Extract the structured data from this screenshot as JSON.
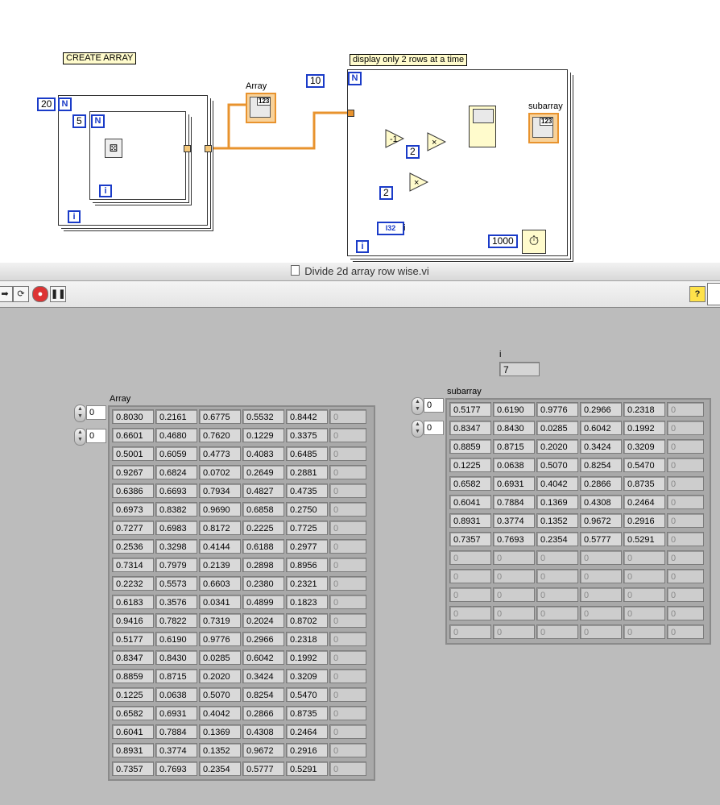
{
  "window": {
    "title": "Divide 2d array row wise.vi"
  },
  "diagram": {
    "create_label": "CREATE ARRAY",
    "display_label": "display only 2 rows at a time",
    "const_rows": "20",
    "const_cols": "5",
    "const_iter": "10",
    "const_two_a": "2",
    "const_two_b": "2",
    "const_wait": "1000",
    "n_terminal": "N",
    "i_terminal": "i",
    "array_label": "Array",
    "subarray_label": "subarray",
    "i_indicator_type": "I32",
    "i_indicator_label": "i",
    "minus_one": "-1",
    "times": "×",
    "terminal_glyph": "123"
  },
  "front_panel": {
    "array": {
      "label": "Array",
      "row_index": "0",
      "col_index": "0",
      "rows": [
        [
          "0.8030",
          "0.2161",
          "0.6775",
          "0.5532",
          "0.8442"
        ],
        [
          "0.6601",
          "0.4680",
          "0.7620",
          "0.1229",
          "0.3375"
        ],
        [
          "0.5001",
          "0.6059",
          "0.4773",
          "0.4083",
          "0.6485"
        ],
        [
          "0.9267",
          "0.6824",
          "0.0702",
          "0.2649",
          "0.2881"
        ],
        [
          "0.6386",
          "0.6693",
          "0.7934",
          "0.4827",
          "0.4735"
        ],
        [
          "0.6973",
          "0.8382",
          "0.9690",
          "0.6858",
          "0.2750"
        ],
        [
          "0.7277",
          "0.6983",
          "0.8172",
          "0.2225",
          "0.7725"
        ],
        [
          "0.2536",
          "0.3298",
          "0.4144",
          "0.6188",
          "0.2977"
        ],
        [
          "0.7314",
          "0.7979",
          "0.2139",
          "0.2898",
          "0.8956"
        ],
        [
          "0.2232",
          "0.5573",
          "0.6603",
          "0.2380",
          "0.2321"
        ],
        [
          "0.6183",
          "0.3576",
          "0.0341",
          "0.4899",
          "0.1823"
        ],
        [
          "0.9416",
          "0.7822",
          "0.7319",
          "0.2024",
          "0.8702"
        ],
        [
          "0.5177",
          "0.6190",
          "0.9776",
          "0.2966",
          "0.2318"
        ],
        [
          "0.8347",
          "0.8430",
          "0.0285",
          "0.6042",
          "0.1992"
        ],
        [
          "0.8859",
          "0.8715",
          "0.2020",
          "0.3424",
          "0.3209"
        ],
        [
          "0.1225",
          "0.0638",
          "0.5070",
          "0.8254",
          "0.5470"
        ],
        [
          "0.6582",
          "0.6931",
          "0.4042",
          "0.2866",
          "0.8735"
        ],
        [
          "0.6041",
          "0.7884",
          "0.1369",
          "0.4308",
          "0.2464"
        ],
        [
          "0.8931",
          "0.3774",
          "0.1352",
          "0.9672",
          "0.2916"
        ],
        [
          "0.7357",
          "0.7693",
          "0.2354",
          "0.5777",
          "0.5291"
        ]
      ],
      "empty_value": "0"
    },
    "subarray": {
      "label": "subarray",
      "row_index": "0",
      "col_index": "0",
      "rows": [
        [
          "0.5177",
          "0.6190",
          "0.9776",
          "0.2966",
          "0.2318"
        ],
        [
          "0.8347",
          "0.8430",
          "0.0285",
          "0.6042",
          "0.1992"
        ],
        [
          "0.8859",
          "0.8715",
          "0.2020",
          "0.3424",
          "0.3209"
        ],
        [
          "0.1225",
          "0.0638",
          "0.5070",
          "0.8254",
          "0.5470"
        ],
        [
          "0.6582",
          "0.6931",
          "0.4042",
          "0.2866",
          "0.8735"
        ],
        [
          "0.6041",
          "0.7884",
          "0.1369",
          "0.4308",
          "0.2464"
        ],
        [
          "0.8931",
          "0.3774",
          "0.1352",
          "0.9672",
          "0.2916"
        ],
        [
          "0.7357",
          "0.7693",
          "0.2354",
          "0.5777",
          "0.5291"
        ],
        [
          "0",
          "0",
          "0",
          "0",
          "0"
        ],
        [
          "0",
          "0",
          "0",
          "0",
          "0"
        ],
        [
          "0",
          "0",
          "0",
          "0",
          "0"
        ],
        [
          "0",
          "0",
          "0",
          "0",
          "0"
        ],
        [
          "0",
          "0",
          "0",
          "0",
          "0"
        ]
      ],
      "empty_value": "0"
    },
    "i_indicator": {
      "label": "i",
      "value": "7"
    }
  },
  "colors": {
    "terminal_blue": "#1a3bc8",
    "wire_orange": "#e8932e",
    "panel_gray": "#bcbcbc"
  }
}
